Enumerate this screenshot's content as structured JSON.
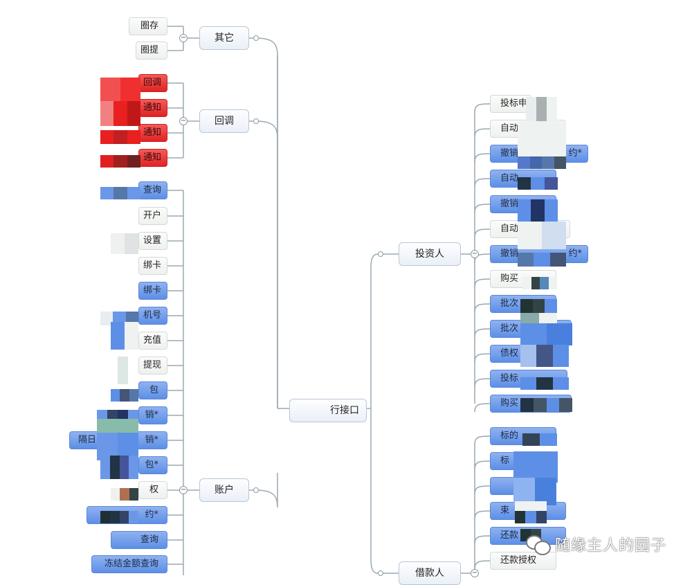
{
  "root": {
    "label": "行接口"
  },
  "branches": {
    "other": {
      "label": "其它",
      "children": [
        {
          "label": "圈存",
          "style": "plain"
        },
        {
          "label": "圈提",
          "style": "plain"
        }
      ]
    },
    "callback": {
      "label": "回调",
      "children": [
        {
          "label": "回调",
          "style": "red"
        },
        {
          "label": "通知",
          "style": "red"
        },
        {
          "label": "通知",
          "style": "red"
        },
        {
          "label": "通知",
          "style": "red"
        }
      ]
    },
    "account": {
      "label": "账户",
      "children": [
        {
          "label": "查询",
          "style": "blue"
        },
        {
          "label": "开户",
          "style": "plain"
        },
        {
          "label": "设置",
          "style": "plain"
        },
        {
          "label": "绑卡",
          "style": "plain"
        },
        {
          "label": "绑卡",
          "style": "blue"
        },
        {
          "label": "机号",
          "style": "blue"
        },
        {
          "label": "充值",
          "style": "plain"
        },
        {
          "label": "提现",
          "style": "plain"
        },
        {
          "label": "包",
          "style": "blue"
        },
        {
          "label": "销*",
          "style": "blue"
        },
        {
          "label": "隔日",
          "label2": "销*",
          "style": "blue"
        },
        {
          "label": "包*",
          "style": "blue"
        },
        {
          "label": "权",
          "style": "plain"
        },
        {
          "label": "约*",
          "style": "blue"
        },
        {
          "label": "查询",
          "style": "blue"
        },
        {
          "label": "冻结金额查询",
          "style": "blue"
        }
      ]
    },
    "investor": {
      "label": "投资人",
      "children": [
        {
          "label": "投标申",
          "style": "plain"
        },
        {
          "label": "自动",
          "style": "plain"
        },
        {
          "label": "撤销",
          "label2": "约*",
          "style": "blue"
        },
        {
          "label": "自动",
          "style": "blue"
        },
        {
          "label": "撤销",
          "style": "blue"
        },
        {
          "label": "自动",
          "style": "plain"
        },
        {
          "label": "撤销",
          "label2": "约*",
          "style": "blue"
        },
        {
          "label": "购买",
          "style": "plain"
        },
        {
          "label": "批次",
          "style": "blue"
        },
        {
          "label": "批次",
          "style": "blue"
        },
        {
          "label": "债权",
          "style": "blue"
        },
        {
          "label": "投标",
          "style": "blue"
        },
        {
          "label": "购买",
          "style": "blue"
        }
      ]
    },
    "borrower": {
      "label": "借款人",
      "children": [
        {
          "label": "标的",
          "style": "blue"
        },
        {
          "label": "标",
          "style": "blue"
        },
        {
          "label": "",
          "style": "blue"
        },
        {
          "label": "束",
          "style": "blue"
        },
        {
          "label": "还款",
          "style": "blue"
        },
        {
          "label": "还款授权",
          "style": "plain"
        }
      ]
    }
  },
  "watermark": {
    "text": "随缘主人的园子",
    "icon": "wechat-icon"
  },
  "colors": {
    "blue_node": "#6b97e8",
    "red_node": "#e63030",
    "line": "#9aa8b0"
  }
}
